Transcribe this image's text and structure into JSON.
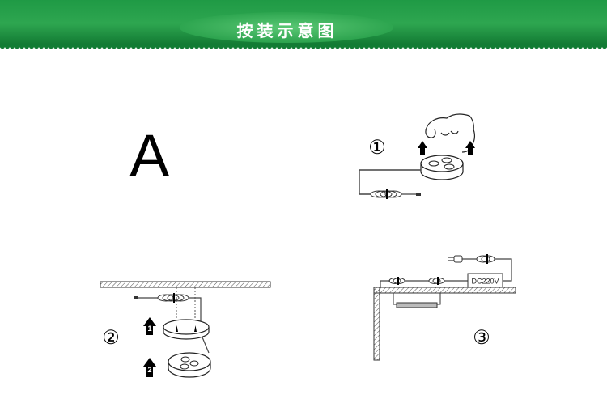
{
  "header": {
    "title": "按装示意图",
    "colors": {
      "band_dark": "#127c34",
      "band_light": "#3fb25c",
      "oval": "#4cbc67"
    }
  },
  "section_letter": "A",
  "steps": [
    {
      "number": "①"
    },
    {
      "number": "②",
      "sub_steps": [
        "1",
        "2"
      ]
    },
    {
      "number": "③",
      "power_label": "DC220V"
    }
  ]
}
